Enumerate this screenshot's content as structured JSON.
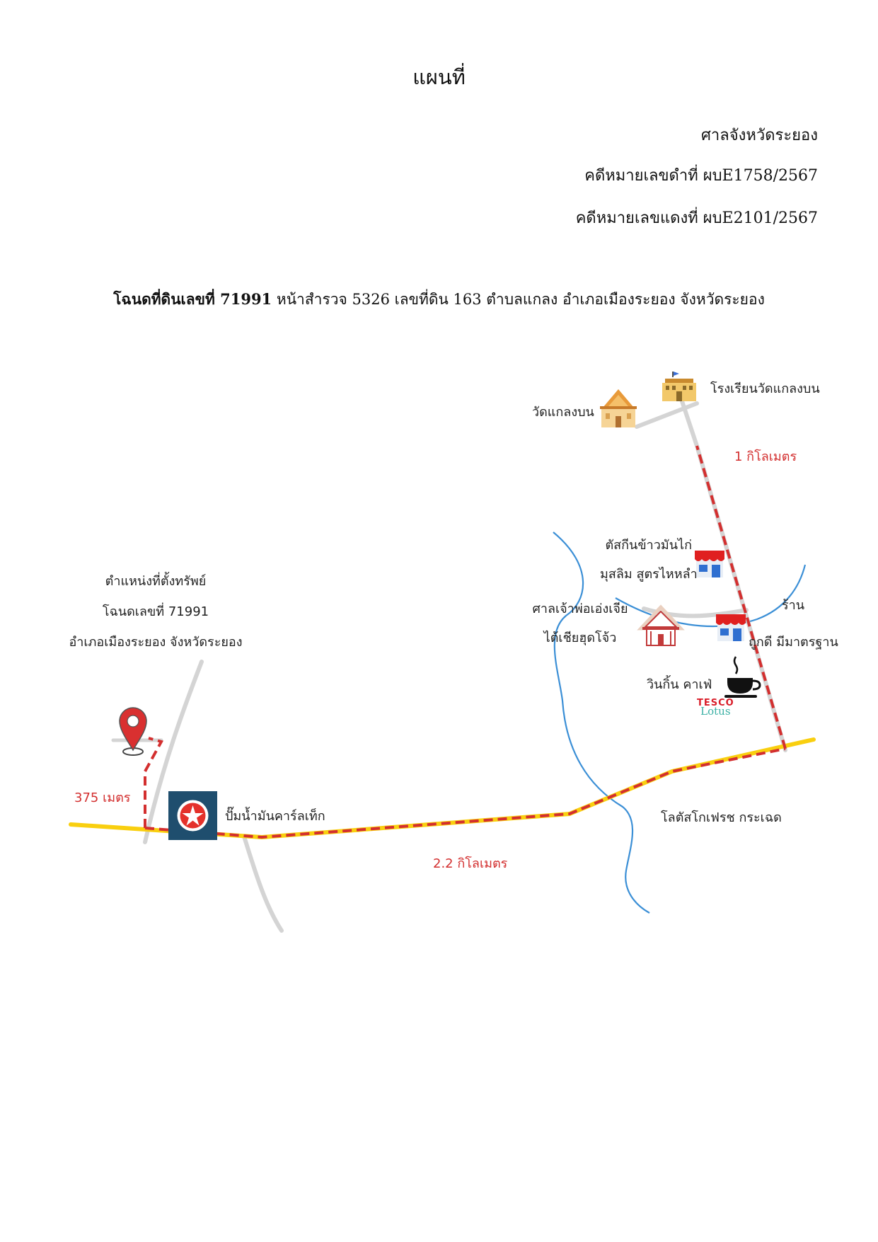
{
  "header": {
    "title": "แผนที่",
    "court": "ศาลจังหวัดระยอง",
    "black_case": "คดีหมายเลขดำที่ ผบE1758/2567",
    "red_case": "คดีหมายเลขแดงที่ ผบE2101/2567"
  },
  "deed": {
    "bold_part": "โฉนดที่ดินเลขที่ 71991",
    "rest": " หน้าสำรวจ 5326 เลขที่ดิน 163 ตำบลแกลง อำเภอเมืองระยอง จังหวัดระยอง"
  },
  "map": {
    "property": {
      "line1": "ตำแหน่งที่ตั้งทรัพย์",
      "line2": "โฉนดเลขที่ 71991",
      "line3": "อำเภอเมืองระยอง จังหวัดระยอง"
    },
    "distances": {
      "d375": "375 เมตร",
      "d22km": "2.2 กิโลเมตร",
      "d1km": "1 กิโลเมตร"
    },
    "places": {
      "gas": "ปั๊มน้ำมันคาร์ลเท็ก",
      "lotus": "โลตัสโกเฟรช กระเฉด",
      "cafe": "วินกิ้น คาเฟ่",
      "shop_line1": "ร้าน",
      "shop_line2": "ถูกดี มีมาตรฐาน",
      "shrine_line1": "ศาลเจ้าพ่อเอ่งเจีย",
      "shrine_line2": "ไต้เชียฮุดโจ้ว",
      "rice_line1": "ตัสกีนข้าวมันไก่",
      "rice_line2": "มุสลิม สูตรไหหลำ",
      "temple": "วัดแกลงบน",
      "school": "โรงเรียนวัดแกลงบน"
    },
    "logo": {
      "tesco": "TESCO",
      "lotus": "Lotus"
    },
    "colors": {
      "main_road": "#f9cf0f",
      "side_road": "#d4d4d4",
      "route": "#d32f2f",
      "river": "#3b8fd6",
      "pin": "#d93030",
      "caltex_bg": "#1f4e6e"
    }
  }
}
